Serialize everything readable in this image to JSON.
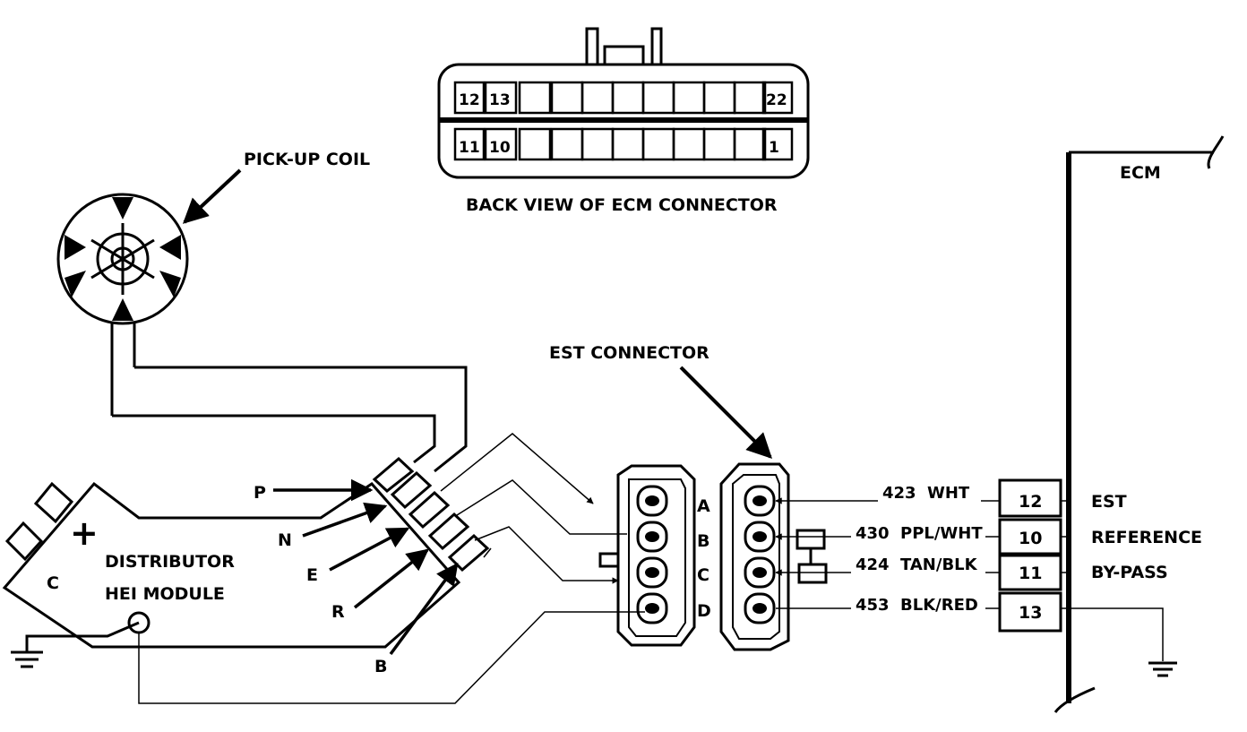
{
  "ecm_connector": {
    "top_pins": [
      "12",
      "13",
      "22"
    ],
    "bottom_pins": [
      "11",
      "10",
      "1"
    ],
    "caption": "BACK VIEW OF ECM CONNECTOR"
  },
  "pickup_coil": {
    "label": "PICK-UP COIL"
  },
  "module": {
    "line1": "DISTRIBUTOR",
    "line2": "HEI MODULE",
    "plus": "+",
    "c_label": "C",
    "terminals": [
      "P",
      "N",
      "E",
      "R",
      "B"
    ]
  },
  "est_connector": {
    "label": "EST CONNECTOR",
    "pins": [
      "A",
      "B",
      "C",
      "D"
    ]
  },
  "ecm": {
    "label": "ECM",
    "wires": [
      {
        "circuit": "423",
        "color": "WHT",
        "pin": "12",
        "function": "EST"
      },
      {
        "circuit": "430",
        "color": "PPL/WHT",
        "pin": "10",
        "function": "REFERENCE"
      },
      {
        "circuit": "424",
        "color": "TAN/BLK",
        "pin": "11",
        "function": "BY-PASS"
      },
      {
        "circuit": "453",
        "color": "BLK/RED",
        "pin": "13",
        "function": ""
      }
    ]
  }
}
